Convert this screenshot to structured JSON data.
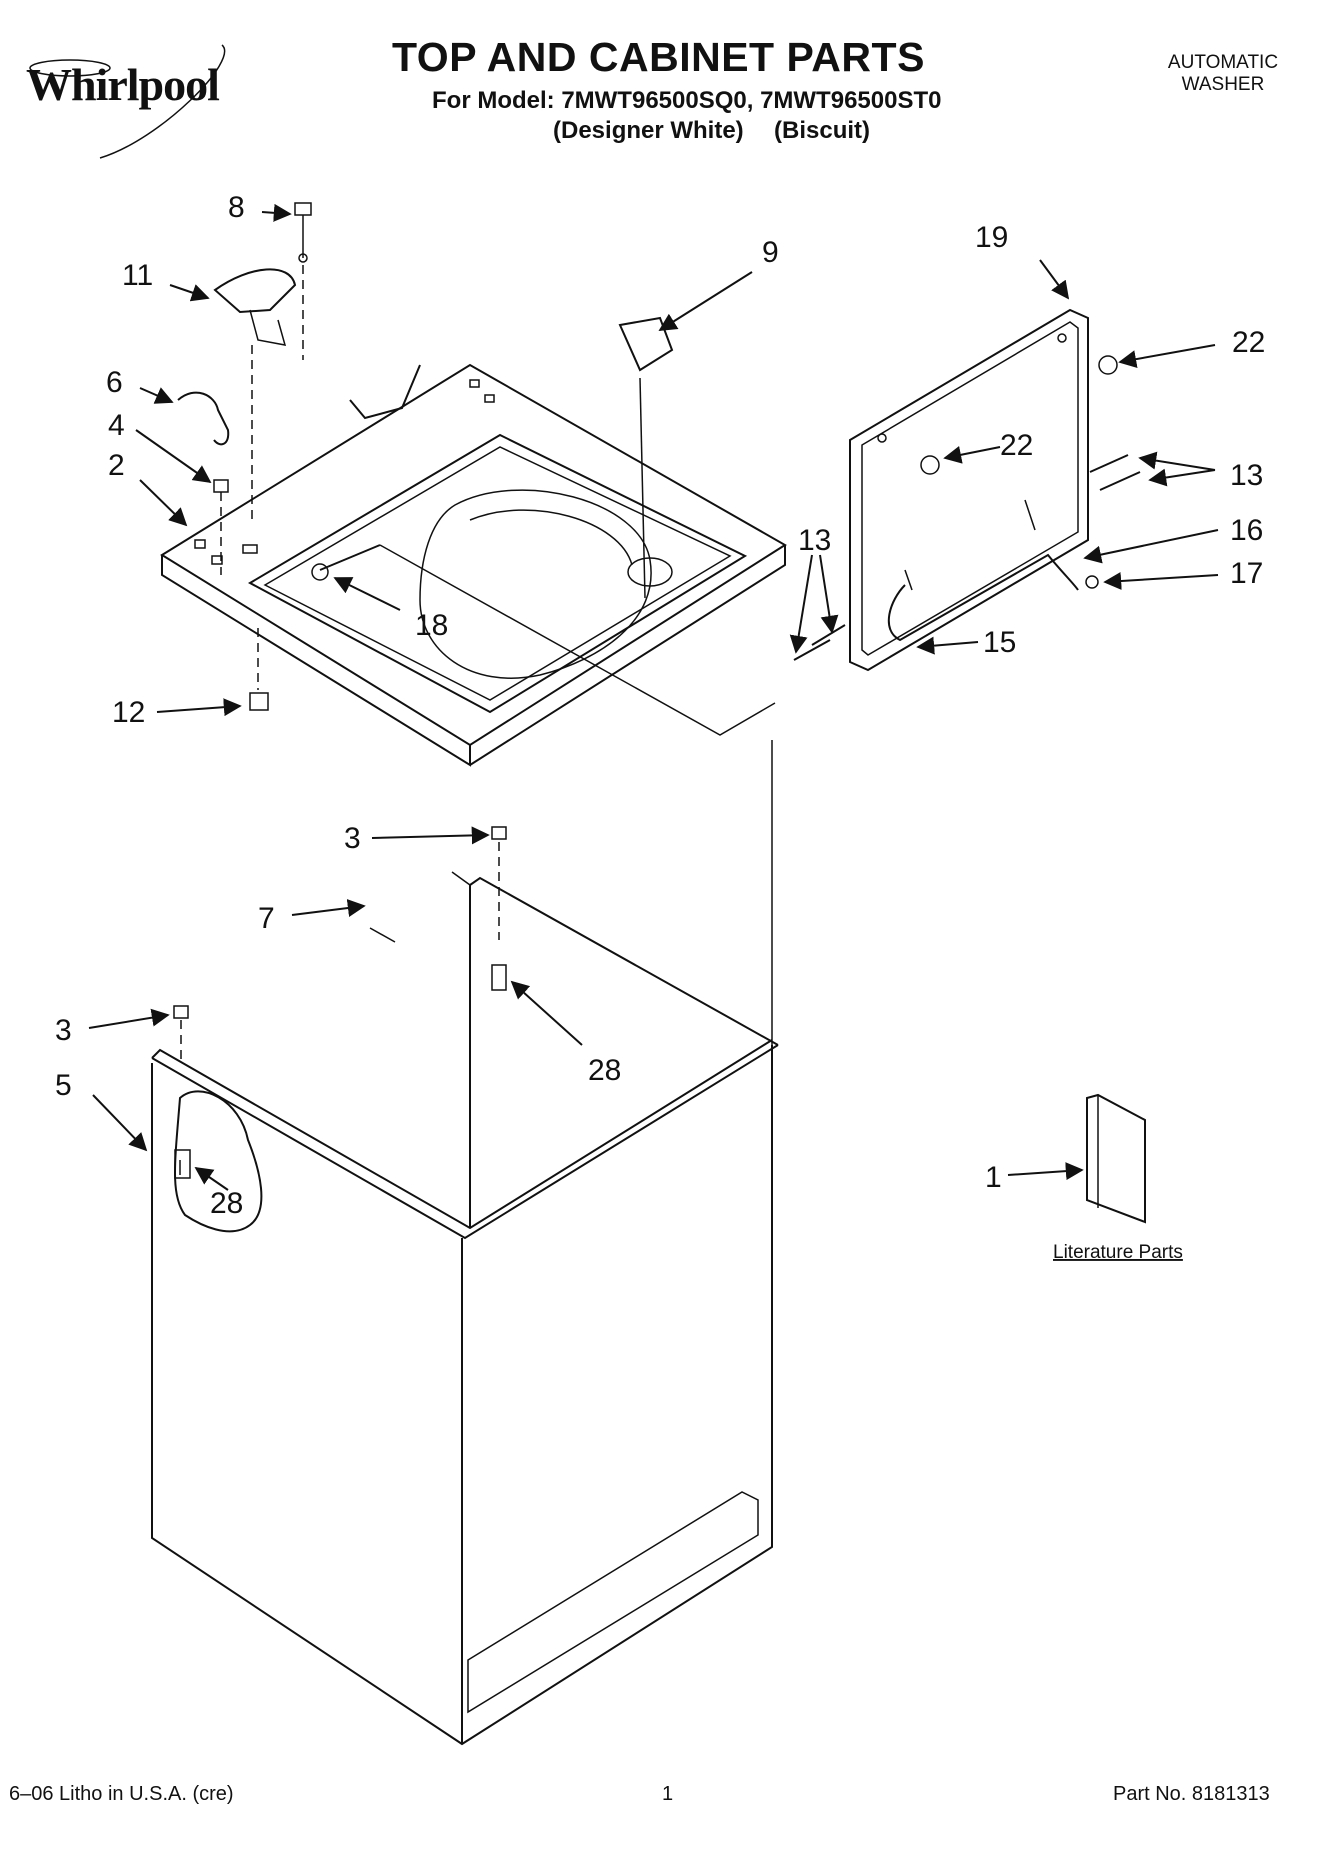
{
  "header": {
    "brand": "Whirlpool",
    "title": "TOP AND CABINET PARTS",
    "model_line": "For Model: 7MWT96500SQ0, 7MWT96500ST0",
    "color_1": "(Designer White)",
    "color_2": "(Biscuit)",
    "category_line1": "AUTOMATIC",
    "category_line2": "WASHER"
  },
  "callouts": {
    "c8": "8",
    "c11": "11",
    "c9": "9",
    "c19": "19",
    "c22a": "22",
    "c22b": "22",
    "c6": "6",
    "c4": "4",
    "c2": "2",
    "c13a": "13",
    "c13b": "13",
    "c16": "16",
    "c17": "17",
    "c15": "15",
    "c18": "18",
    "c12": "12",
    "c3a": "3",
    "c7": "7",
    "c28a": "28",
    "c3b": "3",
    "c5": "5",
    "c28b": "28",
    "c1": "1"
  },
  "literature_label": "Literature Parts",
  "footer": {
    "litho": "6–06 Litho in U.S.A. (cre)",
    "page": "1",
    "part_no": "Part No. 8181313"
  }
}
